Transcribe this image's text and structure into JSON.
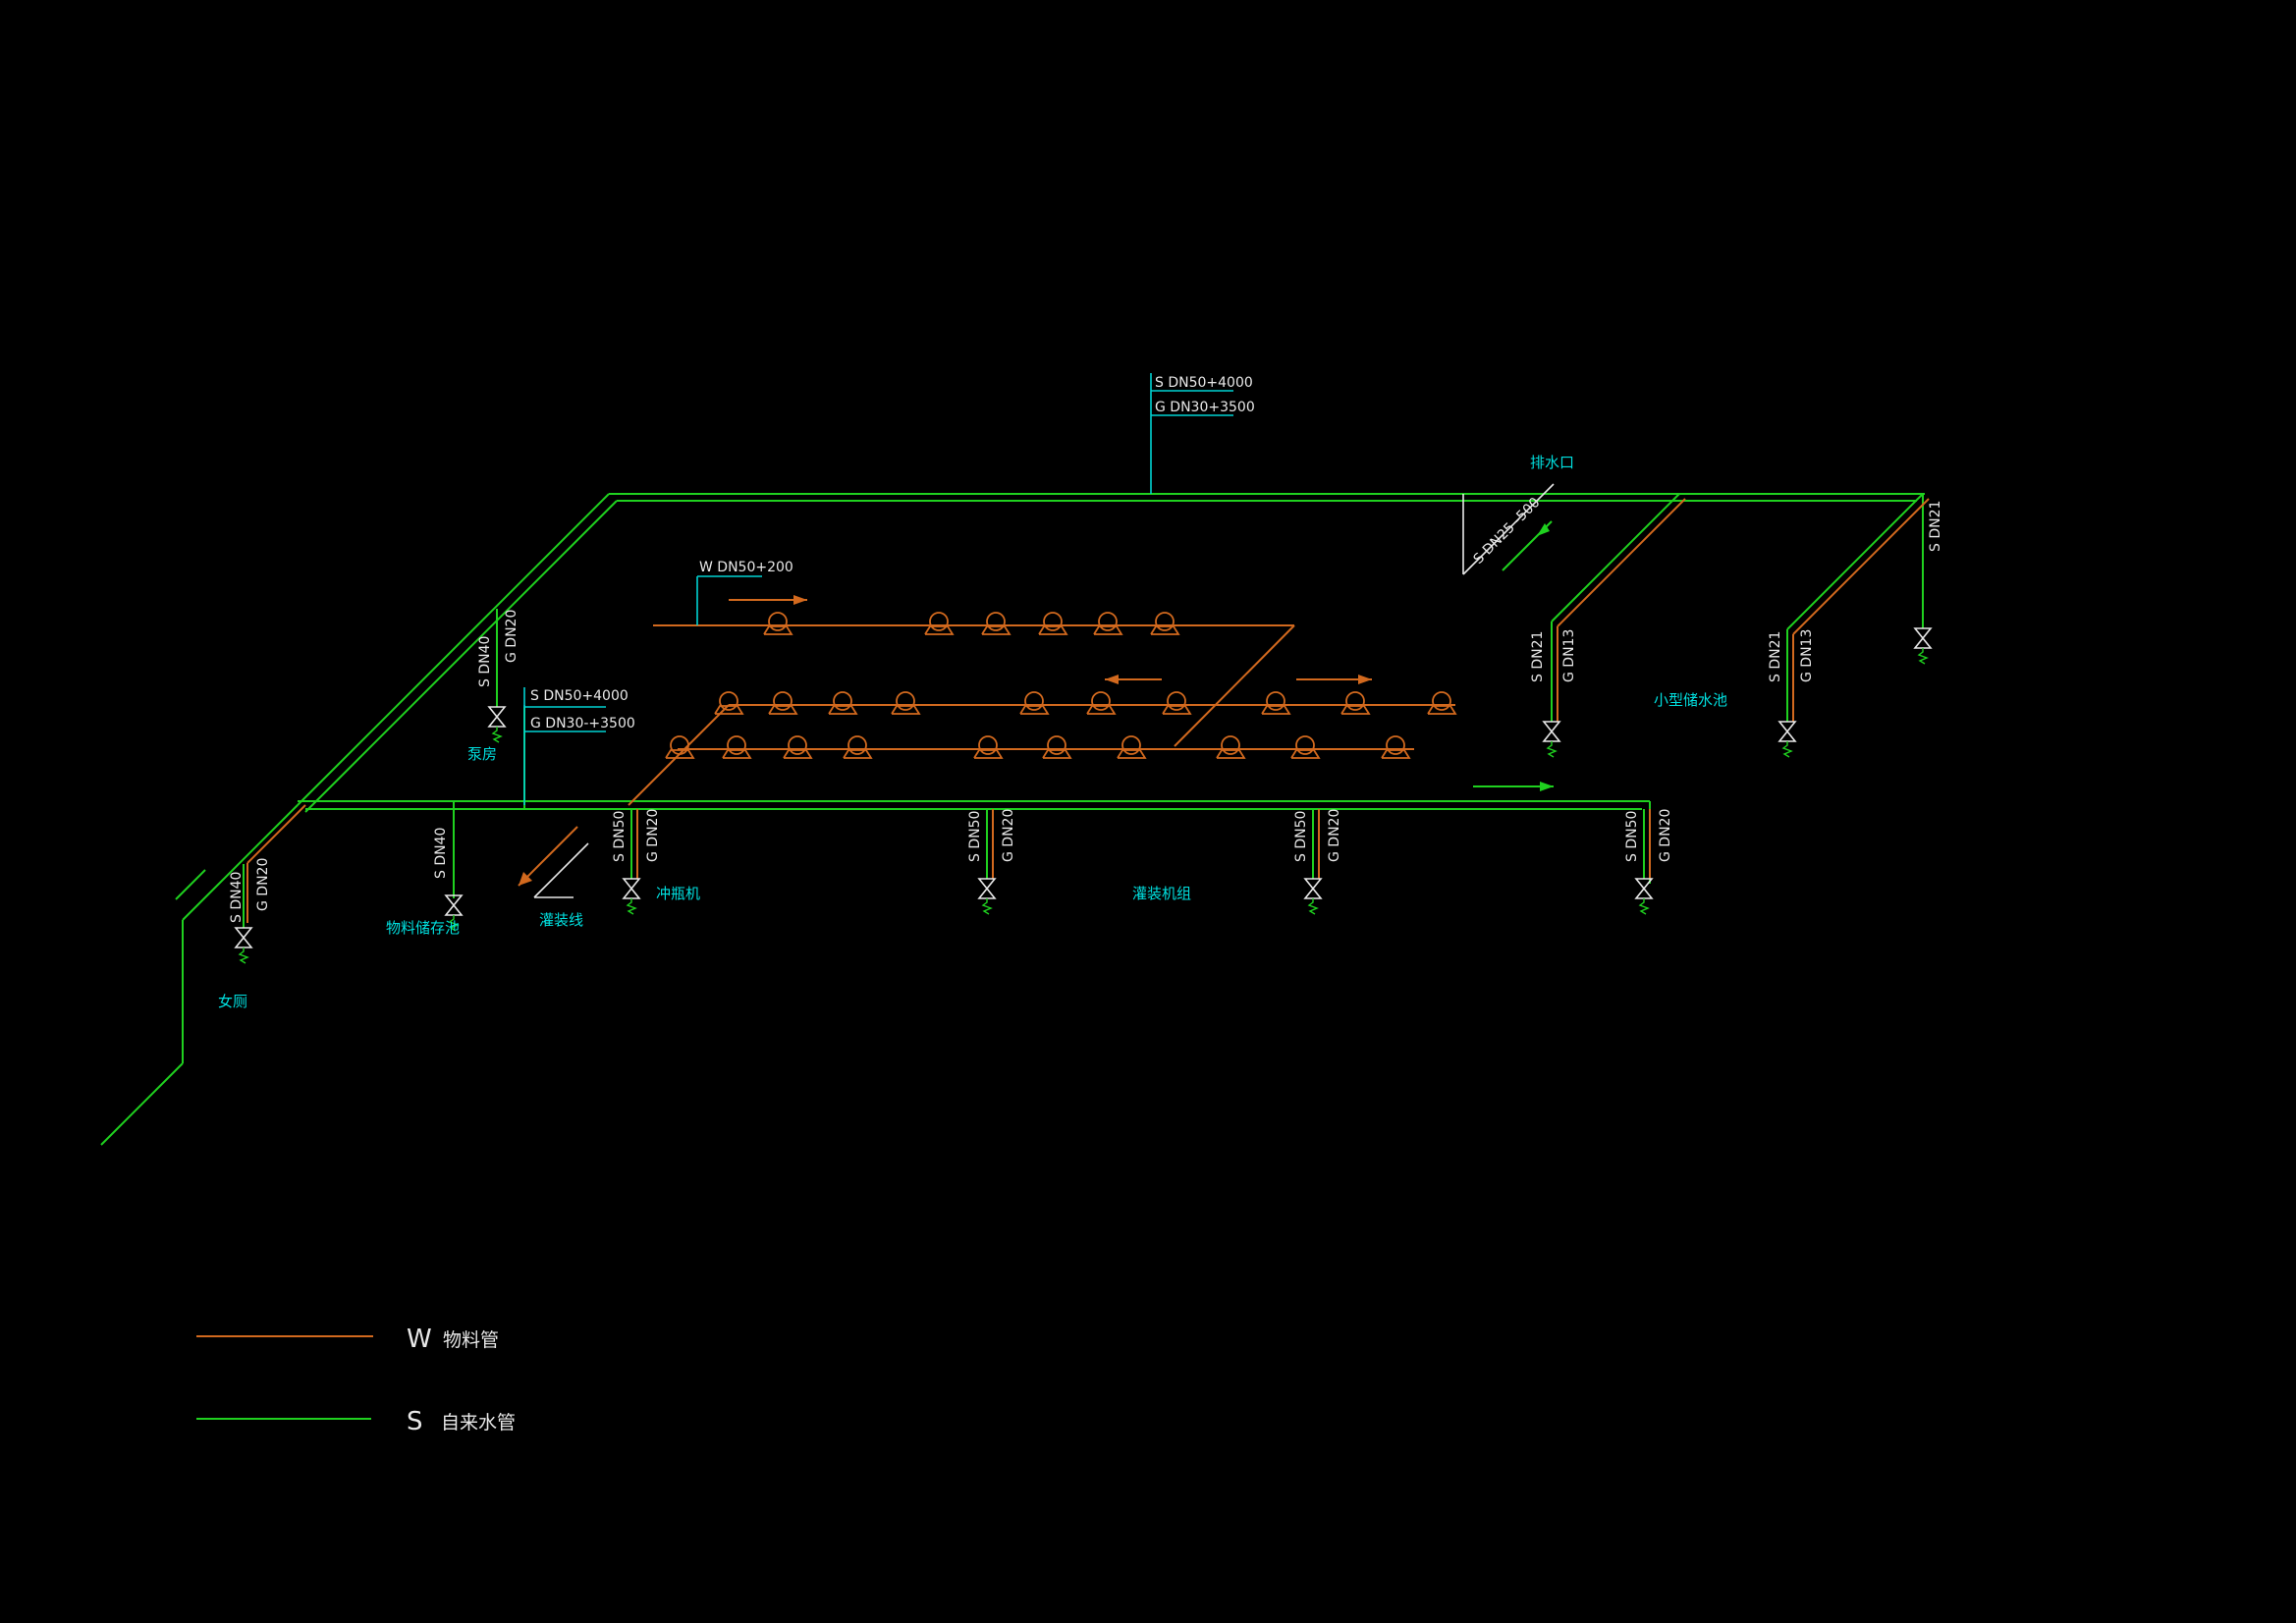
{
  "labels": {
    "s_main_top": "S DN50+4000",
    "g_main_top": "G DN30+3500",
    "drain": "排水口",
    "s_drain": "S DN25 -500",
    "s_dn21_right": "S DN21",
    "w_feed": "W DN50+200",
    "s_dn40_a": "S DN40",
    "g_dn20_a": "G DN20",
    "s_main_mid": "S DN50+4000",
    "g_main_mid": "G DN30-+3500",
    "baofang": "泵房",
    "s_dn21_b": "S DN21",
    "g_dn13_b": "G DN13",
    "s_dn21_c": "S DN21",
    "g_dn13_c": "G DN13",
    "small_pool": "小型储水池",
    "s_dn40_b": "S DN40",
    "g_dn20_b": "G DN20",
    "s_dn40_c": "S DN40",
    "s_dn50_1": "S DN50",
    "g_dn20_1": "G DN20",
    "s_dn50_2": "S DN50",
    "g_dn20_2": "G DN20",
    "s_dn50_3": "S DN50",
    "g_dn20_3": "G DN20",
    "s_dn50_4": "S DN50",
    "g_dn20_4": "G DN20",
    "pool_left": "物料储存池",
    "line_fill": "灌装线",
    "washer": "冲瓶机",
    "filling_group": "灌装机组",
    "womens_wc": "女厕"
  },
  "legend": [
    {
      "code": "W",
      "name": "物料管",
      "color": "#d2691e"
    },
    {
      "code": "S",
      "name": "自来水管",
      "color": "#1fd11f"
    }
  ],
  "colors": {
    "background": "#000000",
    "supply": "#1fd11f",
    "material": "#d2691e",
    "annotation": "#00d2d2"
  }
}
